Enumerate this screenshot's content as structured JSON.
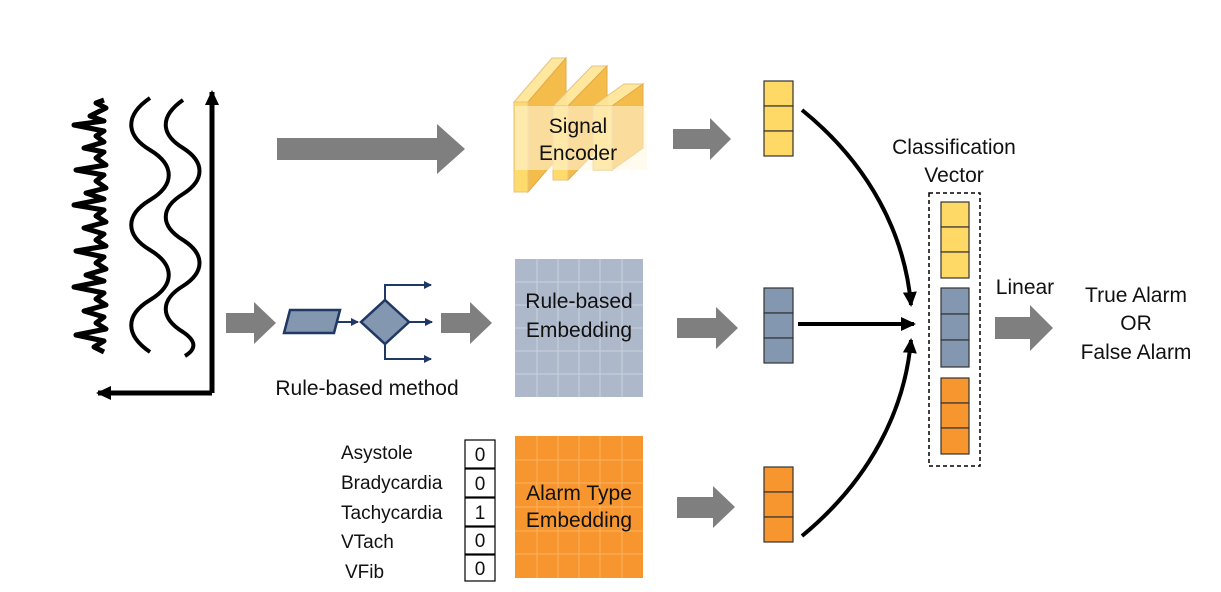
{
  "signal_encoder": {
    "line1": "Signal",
    "line2": "Encoder"
  },
  "rule_method_label": "Rule-based method",
  "rule_embedding": {
    "line1": "Rule-based",
    "line2": "Embedding"
  },
  "alarm_embedding": {
    "line1": "Alarm Type",
    "line2": "Embedding"
  },
  "alarm_types": [
    {
      "name": "Asystole",
      "value": "0"
    },
    {
      "name": "Bradycardia",
      "value": "0"
    },
    {
      "name": "Tachycardia",
      "value": "1"
    },
    {
      "name": "VTach",
      "value": "0"
    },
    {
      "name": "VFib",
      "value": "0"
    }
  ],
  "classification": {
    "line1": "Classification",
    "line2": "Vector"
  },
  "linear_label": "Linear",
  "output": {
    "line1": "True Alarm",
    "line2": "OR",
    "line3": "False Alarm"
  },
  "colors": {
    "yellow": "#FFD966",
    "blue_gray": "#8497B0",
    "orange": "#F7962F",
    "grid_blue": "#ADB9CA",
    "arrow_gray": "#7F7F7F",
    "flow_navy": "#1F3864"
  }
}
